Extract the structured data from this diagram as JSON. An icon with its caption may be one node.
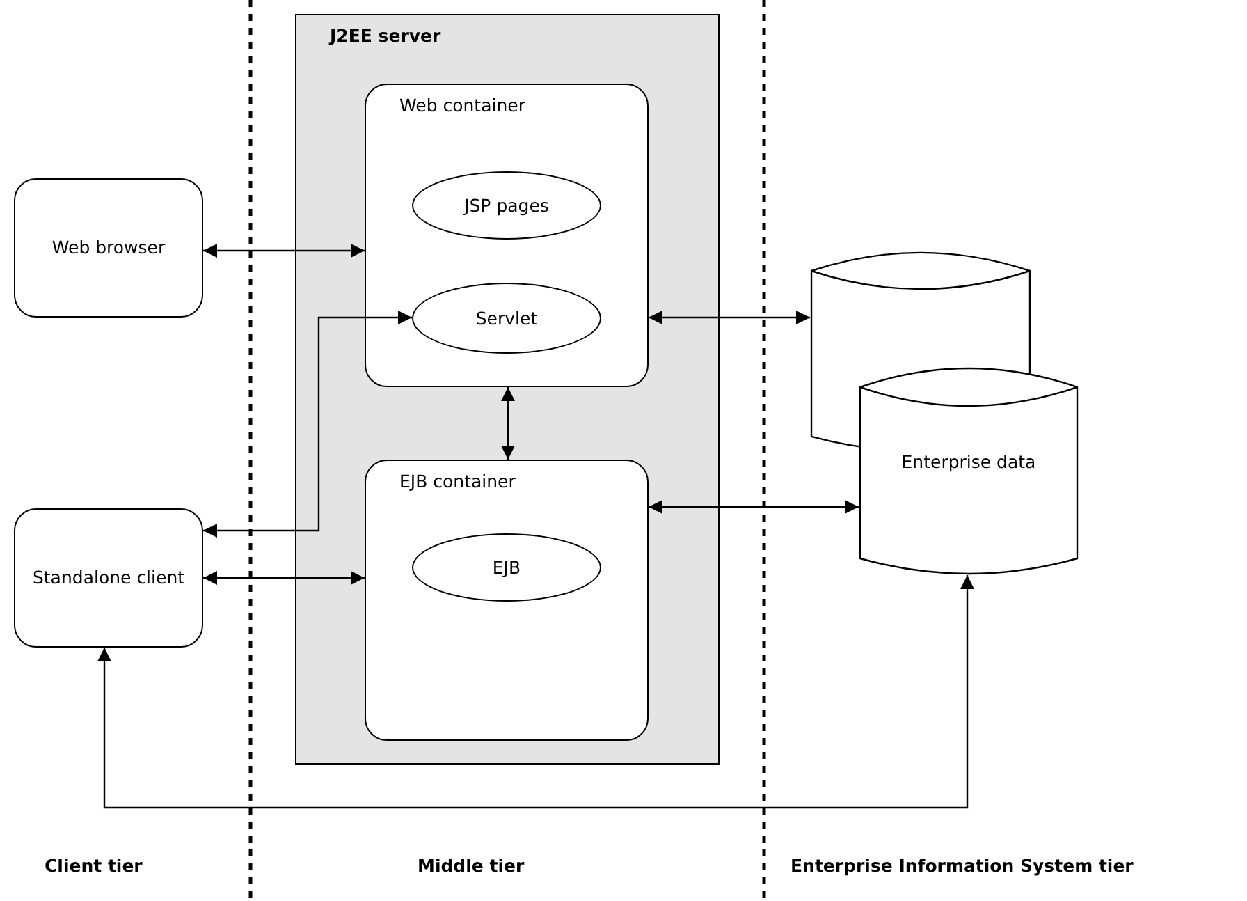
{
  "diagram": {
    "nodes": [
      {
        "text": [
          "Web browser"
        ]
      },
      {
        "text": [
          "Standalone client"
        ]
      },
      {
        "text": [
          "J2EE server"
        ]
      },
      {
        "text": [
          "Web container"
        ],
        "in": 2
      },
      {
        "text": [
          "JSP pages"
        ],
        "in": 3
      },
      {
        "text": [
          "Servlet"
        ],
        "in": 3
      },
      {
        "text": [
          "EJB container"
        ],
        "in": 2
      },
      {
        "text": [
          "EJB"
        ],
        "in": 6
      },
      {
        "text": [],
        "shape": "cylinder"
      },
      {
        "text": [
          "Enterprise data"
        ]
      }
    ],
    "edges": [
      {
        "from": 0,
        "to": 3,
        "arrow": "both"
      },
      {
        "from": 5,
        "to": 1,
        "arrow": "both"
      },
      {
        "from": 1,
        "to": 6,
        "arrow": "both"
      },
      {
        "from": 3,
        "to": 6,
        "arrow": "both"
      },
      {
        "from": 3,
        "to": 8,
        "arrow": "both"
      },
      {
        "from": 6,
        "to": 9,
        "arrow": "both"
      },
      {
        "from": 1,
        "to": 9,
        "arrow": "both"
      }
    ],
    "labels": [
      "Client tier",
      "Middle tier",
      "Enterprise Information System tier"
    ]
  }
}
